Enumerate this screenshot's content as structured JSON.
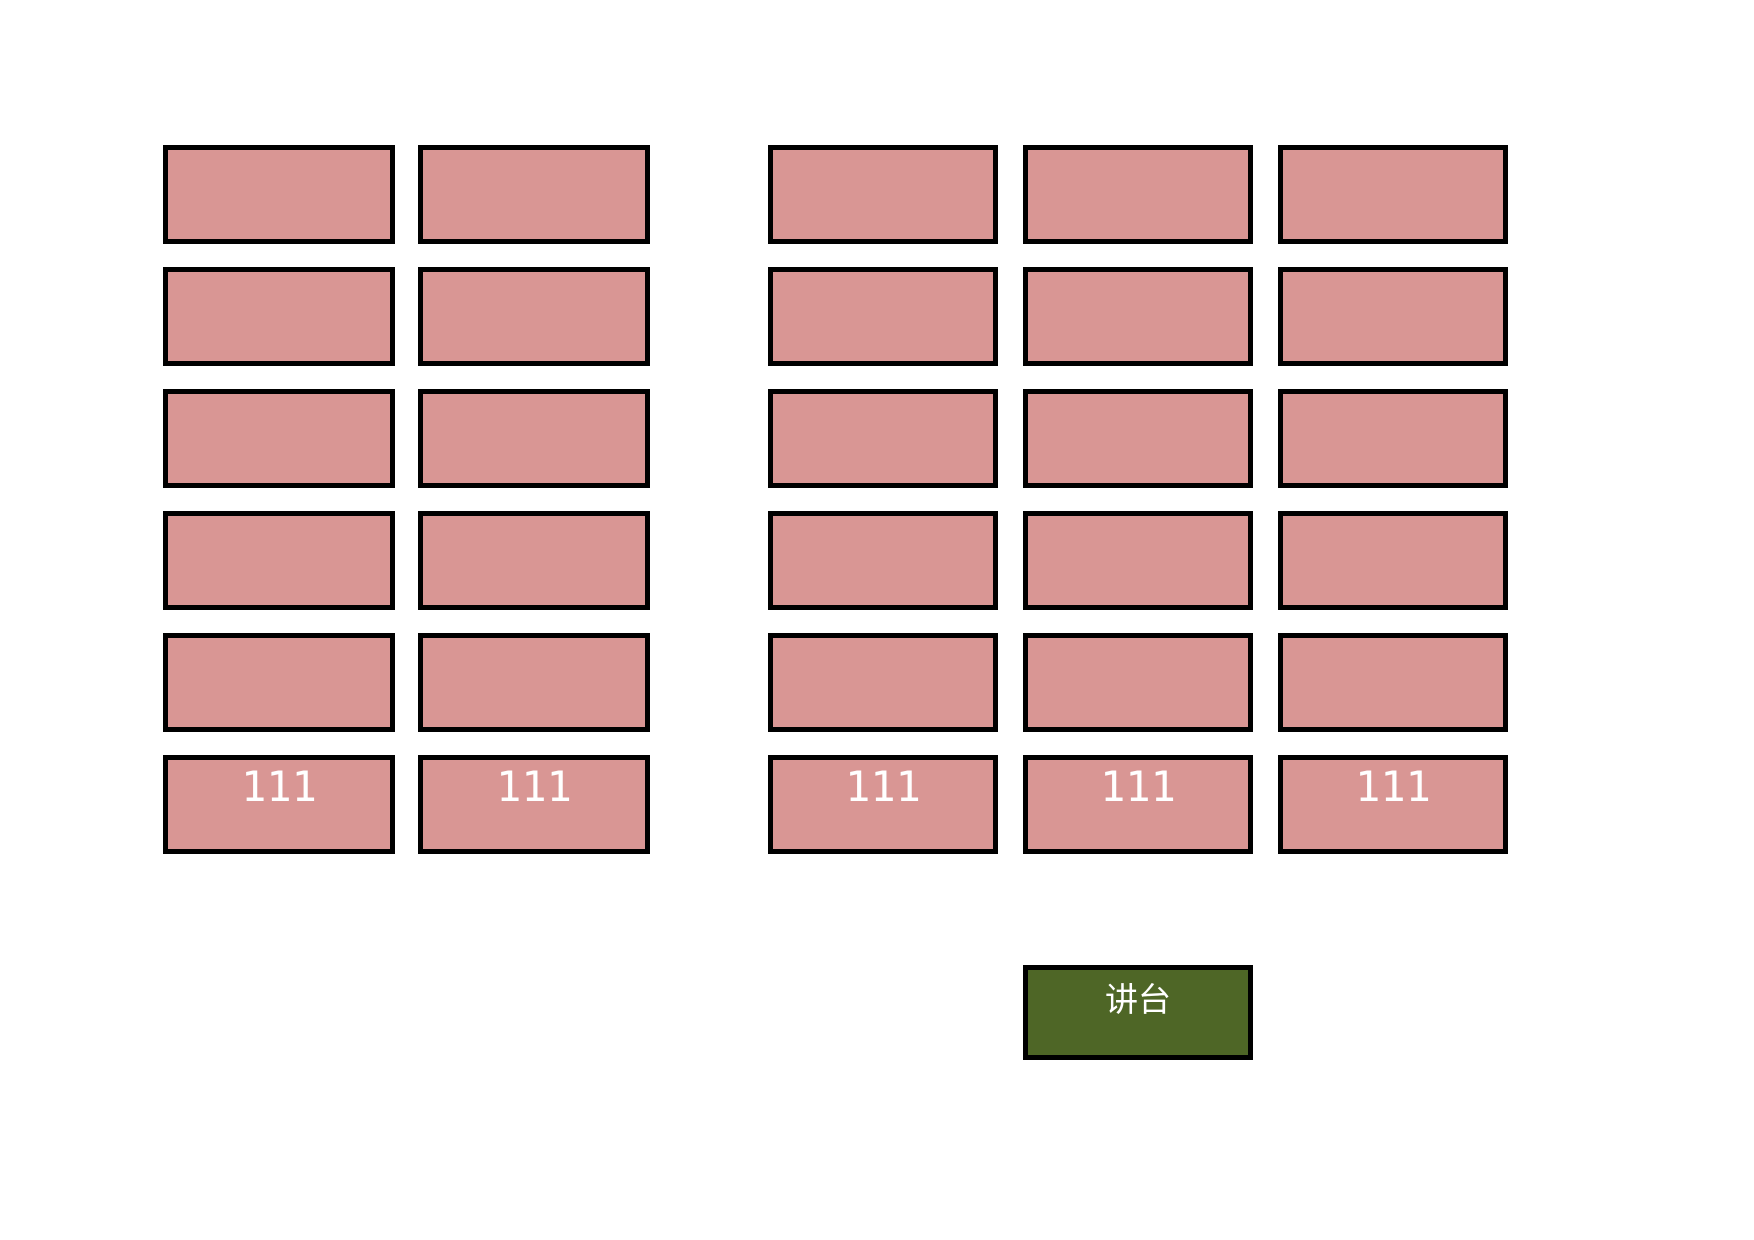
{
  "page": {
    "background": "#FFFFFF"
  },
  "colors": {
    "seat_fill": "#D99694",
    "seat_border": "#000000",
    "seat_label_color": "#FFFFFF",
    "podium_fill": "#4E6626",
    "podium_border": "#000000",
    "podium_label_color": "#FFFFFF"
  },
  "seating": {
    "left_block": {
      "columns": 2,
      "rows": [
        [
          "",
          ""
        ],
        [
          "",
          ""
        ],
        [
          "",
          ""
        ],
        [
          "",
          ""
        ],
        [
          "",
          ""
        ],
        [
          "111",
          "111"
        ]
      ]
    },
    "right_block": {
      "columns": 3,
      "rows": [
        [
          "",
          "",
          ""
        ],
        [
          "",
          "",
          ""
        ],
        [
          "",
          "",
          ""
        ],
        [
          "",
          "",
          ""
        ],
        [
          "",
          "",
          ""
        ],
        [
          "111",
          "111",
          "111"
        ]
      ]
    }
  },
  "podium": {
    "label": "讲台"
  }
}
